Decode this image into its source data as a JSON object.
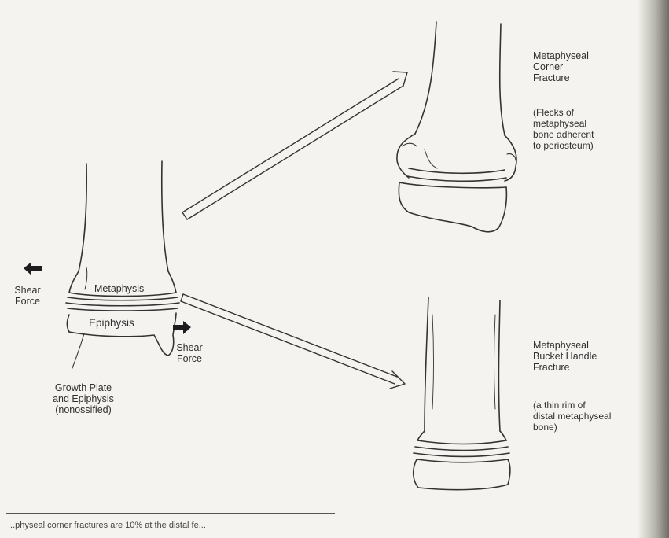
{
  "main": {
    "metaphysis_label": "Metaphysis",
    "epiphysis_label": "Epiphysis",
    "shear_force_left": "Shear\nForce",
    "shear_force_right": "Shear\nForce",
    "growth_plate_label": "Growth Plate\nand Epiphysis\n(nonossified)"
  },
  "top_right": {
    "title": "Metaphyseal\nCorner\nFracture",
    "note": "(Flecks of\nmetaphyseal\nbone adherent\nto periosteum)"
  },
  "bottom_right": {
    "title": "Metaphyseal\nBucket Handle\nFracture",
    "note": "(a thin rim of\ndistal metaphyseal\nbone)"
  },
  "footer": {
    "caption": "...physeal corner fractures are 10% at the distal fe..."
  }
}
